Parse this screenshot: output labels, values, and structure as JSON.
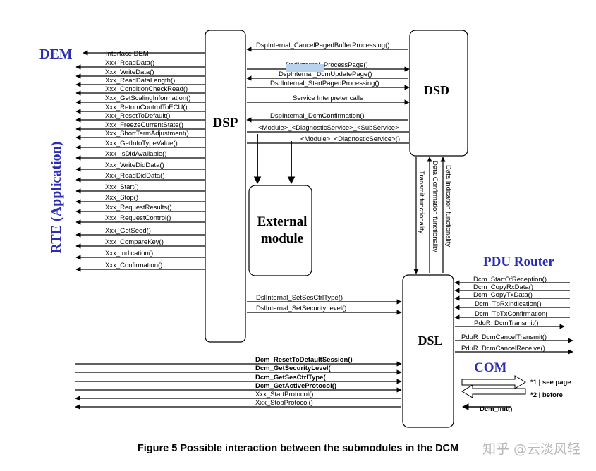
{
  "boxes": {
    "dsp": "DSP",
    "dsd": "DSD",
    "dsl": "DSL",
    "external_line1": "External",
    "external_line2": "module"
  },
  "side_labels": {
    "dem": "DEM",
    "rte": "RTE (Application)",
    "pdu_router": "PDU Router",
    "com": "COM"
  },
  "dem_interface": "Interface DEM",
  "rte_functions": [
    "Xxx_ReadData()",
    "Xxx_WriteData()",
    "Xxx_ReadDataLength()",
    "Xxx_ConditionCheckRead()",
    "Xxx_GetScalingInformation()",
    "Xxx_ReturnControlToECU()",
    "Xxx_ResetToDefault()",
    "Xxx_FreezeCurrentState()",
    "Xxx_ShortTermAdjustment()",
    "Xxx_GetInfoTypeValue()",
    "Xxx_IsDidAvailable()",
    "Xxx_WriteDidData()",
    "Xxx_ReadDidData()",
    "Xxx_Start()",
    "Xxx_Stop()",
    "Xxx_RequestResults()",
    "Xxx_RequestControl()",
    "Xxx_GetSeed()",
    "Xxx_CompareKey()",
    "Xxx_Indication()",
    "Xxx_Confirmation()"
  ],
  "dsp_dsd_calls": [
    "DspInternal_CancelPagedBufferProcessing()",
    "DsdInternal_ProcessPage()",
    "DspInternal_DcmUpdatePage()",
    "DsdInternal_StartPagedProcessing()",
    "Service Interpreter calls",
    "DspInternal_DcmConfirmation()",
    "<Module>_<DiagnosticService>_<SubService>",
    "<Module>_<DiagnosticService>()"
  ],
  "dsd_dsl_labels": [
    "Transmit functionality",
    "Data Confirmation functionality",
    "Data Indication functionality"
  ],
  "dsp_dsl_calls": [
    "DslInternal_SetSesCtrlType()",
    "DslInternal_SetSecurityLevel()"
  ],
  "dsl_left_calls": [
    "Dcm_ResetToDefaultSession()",
    "Dcm_GetSecurityLevel(",
    "Dcm_GetSesCtrlType(",
    "Dcm_GetActiveProtocol()",
    "Xxx_StartProtocol()",
    "Xxx_StopProtocol()"
  ],
  "pdur_calls": [
    "Dcm_StartOfReception()",
    "Dcm_CopyRxData()",
    "Dcm_CopyTxData()",
    "Dcm_TpRxIndication()",
    "Dcm_TpTxConfirmation(",
    "PduR_DcmTransmit()",
    "PduR_DcmCancelTransmit()",
    "PduR_DcmCancelReceive()"
  ],
  "com_notes": [
    "*1 | see page",
    "*2 | before"
  ],
  "init_call": "Dcm_Init()",
  "caption": "Figure 5 Possible interaction between the submodules in the DCM",
  "watermark": "知乎 @云淡风轻"
}
